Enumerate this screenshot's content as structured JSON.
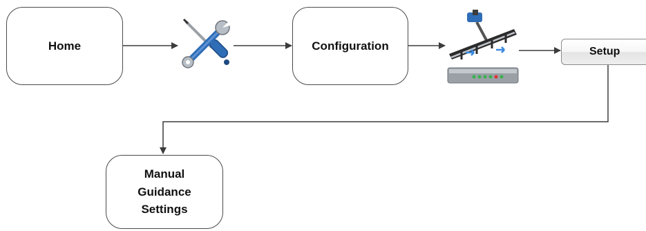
{
  "diagram": {
    "nodes": {
      "home": "Home",
      "configuration": "Configuration",
      "setup": "Setup",
      "manual_guidance_settings": "Manual\nGuidance\nSettings"
    },
    "icons": {
      "tools": "wrench-screwdriver-icon",
      "equipment": "implement-control-unit-icon"
    },
    "colors": {
      "line": "#3c3c3c",
      "tool_blue": "#2f6db6",
      "led_green": "#37b24d",
      "led_red": "#e03131"
    }
  }
}
